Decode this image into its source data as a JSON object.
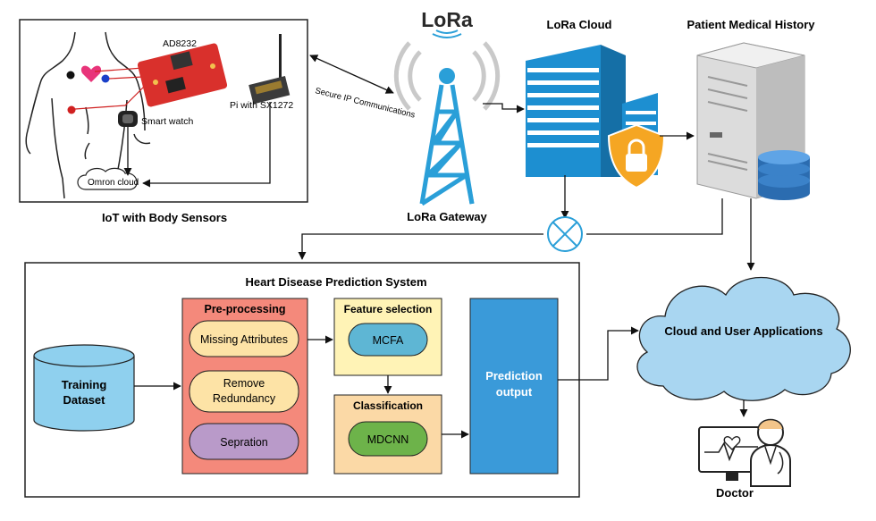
{
  "iot": {
    "caption": "IoT with Body Sensors",
    "ad_label": "AD8232",
    "watch_label": "Smart watch",
    "pi_label": "Pi with SX1272",
    "omron_label": "Omron cloud"
  },
  "link": {
    "label": "Secure IP Communications"
  },
  "gateway": {
    "logo": "LoRa",
    "caption": "LoRa Gateway"
  },
  "cloud": {
    "caption": "LoRa Cloud"
  },
  "history": {
    "caption": "Patient Medical History"
  },
  "system": {
    "title": "Heart Disease Prediction System",
    "dataset_label_1": "Training",
    "dataset_label_2": "Dataset",
    "preprocessing": {
      "title": "Pre-processing",
      "items": [
        "Missing Attributes",
        "Remove",
        "Redundancy",
        "Sepration"
      ]
    },
    "feature": {
      "title": "Feature selection",
      "method": "MCFA"
    },
    "classification": {
      "title": "Classification",
      "method": "MDCNN"
    },
    "output_label_1": "Prediction",
    "output_label_2": "output"
  },
  "apps": {
    "label": "Cloud and User Applications"
  },
  "doctor": {
    "caption": "Doctor"
  },
  "colors": {
    "preprocessing_bg": "#f4897b",
    "item_bg": "#fde3a6",
    "sep_bg": "#b99ac9",
    "feature_bg": "#fff3b6",
    "mcfa_bg": "#5eb6d4",
    "class_bg": "#fbd9a6",
    "mdcnn_bg": "#6db34a",
    "output_bg": "#3a9ad9",
    "dataset_bg": "#8fd0ee",
    "apps_bg": "#a9d6f1",
    "building": "#1d8fd1"
  }
}
